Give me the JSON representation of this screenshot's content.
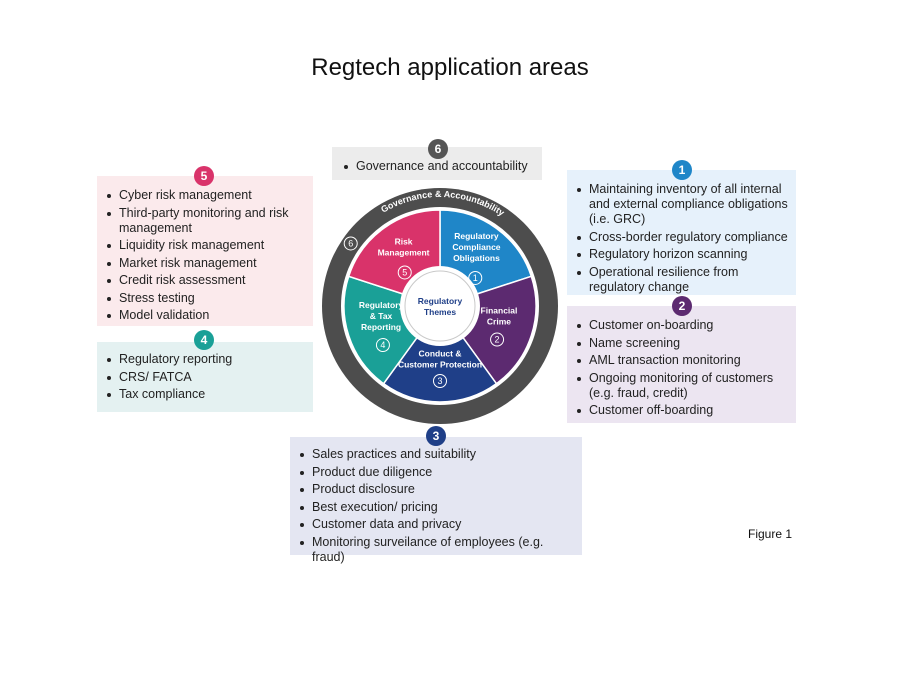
{
  "title": "Regtech application areas",
  "figure_label": "Figure 1",
  "wheel": {
    "ring_label": "Governance & Accountability",
    "ring_number": "6",
    "center_line1": "Regulatory",
    "center_line2": "Themes",
    "segments": [
      {
        "num": "1",
        "lines": [
          "Regulatory",
          "Compliance",
          "Obligations"
        ],
        "color": "#1f86c8"
      },
      {
        "num": "2",
        "lines": [
          "Financial",
          "Crime"
        ],
        "color": "#5c2a70"
      },
      {
        "num": "3",
        "lines": [
          "Conduct &",
          "Customer Protection"
        ],
        "color": "#1f3f88"
      },
      {
        "num": "4",
        "lines": [
          "Regulatory",
          "& Tax",
          "Reporting"
        ],
        "color": "#1aa097"
      },
      {
        "num": "5",
        "lines": [
          "Risk",
          "Management"
        ],
        "color": "#d9336a"
      }
    ]
  },
  "boxes": {
    "b1": {
      "num": "1",
      "color": "#1f86c8",
      "items": [
        "Maintaining inventory of all internal and external compliance obligations (i.e. GRC)",
        "Cross-border regulatory compliance",
        "Regulatory horizon scanning",
        "Operational resilience from regulatory change"
      ]
    },
    "b2": {
      "num": "2",
      "color": "#5c2a70",
      "items": [
        "Customer on-boarding",
        "Name screening",
        "AML transaction monitoring",
        "Ongoing monitoring of customers (e.g. fraud, credit)",
        "Customer off-boarding"
      ]
    },
    "b3": {
      "num": "3",
      "color": "#1f3f88",
      "items": [
        "Sales practices and suitability",
        "Product due diligence",
        "Product disclosure",
        "Best execution/ pricing",
        "Customer data and privacy",
        "Monitoring surveilance of employees (e.g. fraud)"
      ]
    },
    "b4": {
      "num": "4",
      "color": "#1aa097",
      "items": [
        "Regulatory reporting",
        "CRS/ FATCA",
        "Tax compliance"
      ]
    },
    "b5": {
      "num": "5",
      "color": "#d9336a",
      "items": [
        "Cyber risk management",
        "Third-party monitoring and risk management",
        "Liquidity risk management",
        "Market risk management",
        "Credit risk assessment",
        "Stress testing",
        "Model validation"
      ]
    },
    "b6": {
      "num": "6",
      "color": "#555555",
      "items": [
        "Governance and accountability"
      ]
    }
  }
}
